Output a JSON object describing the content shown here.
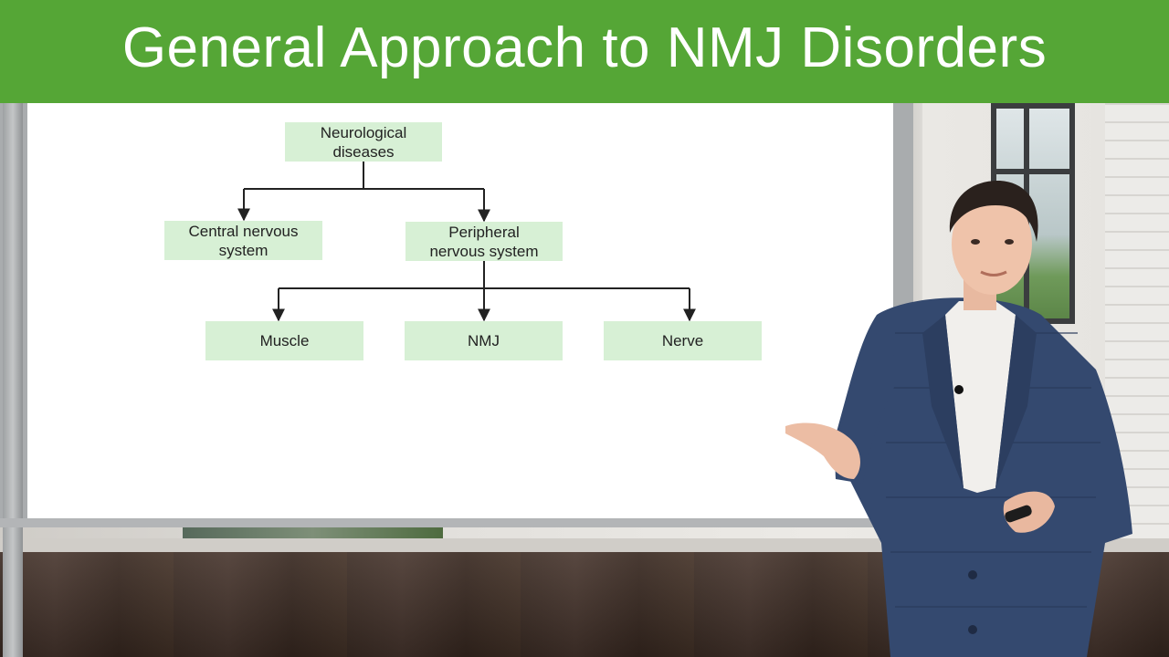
{
  "title": "General Approach to NMJ Disorders",
  "colors": {
    "banner": "#55a636",
    "node_fill": "#d7f0d5",
    "connector": "#222222"
  },
  "diagram": {
    "root": "Neurological\ndiseases",
    "level1": [
      "Central nervous\nsystem",
      "Peripheral\nnervous system"
    ],
    "level2": [
      "Muscle",
      "NMJ",
      "Nerve"
    ]
  }
}
